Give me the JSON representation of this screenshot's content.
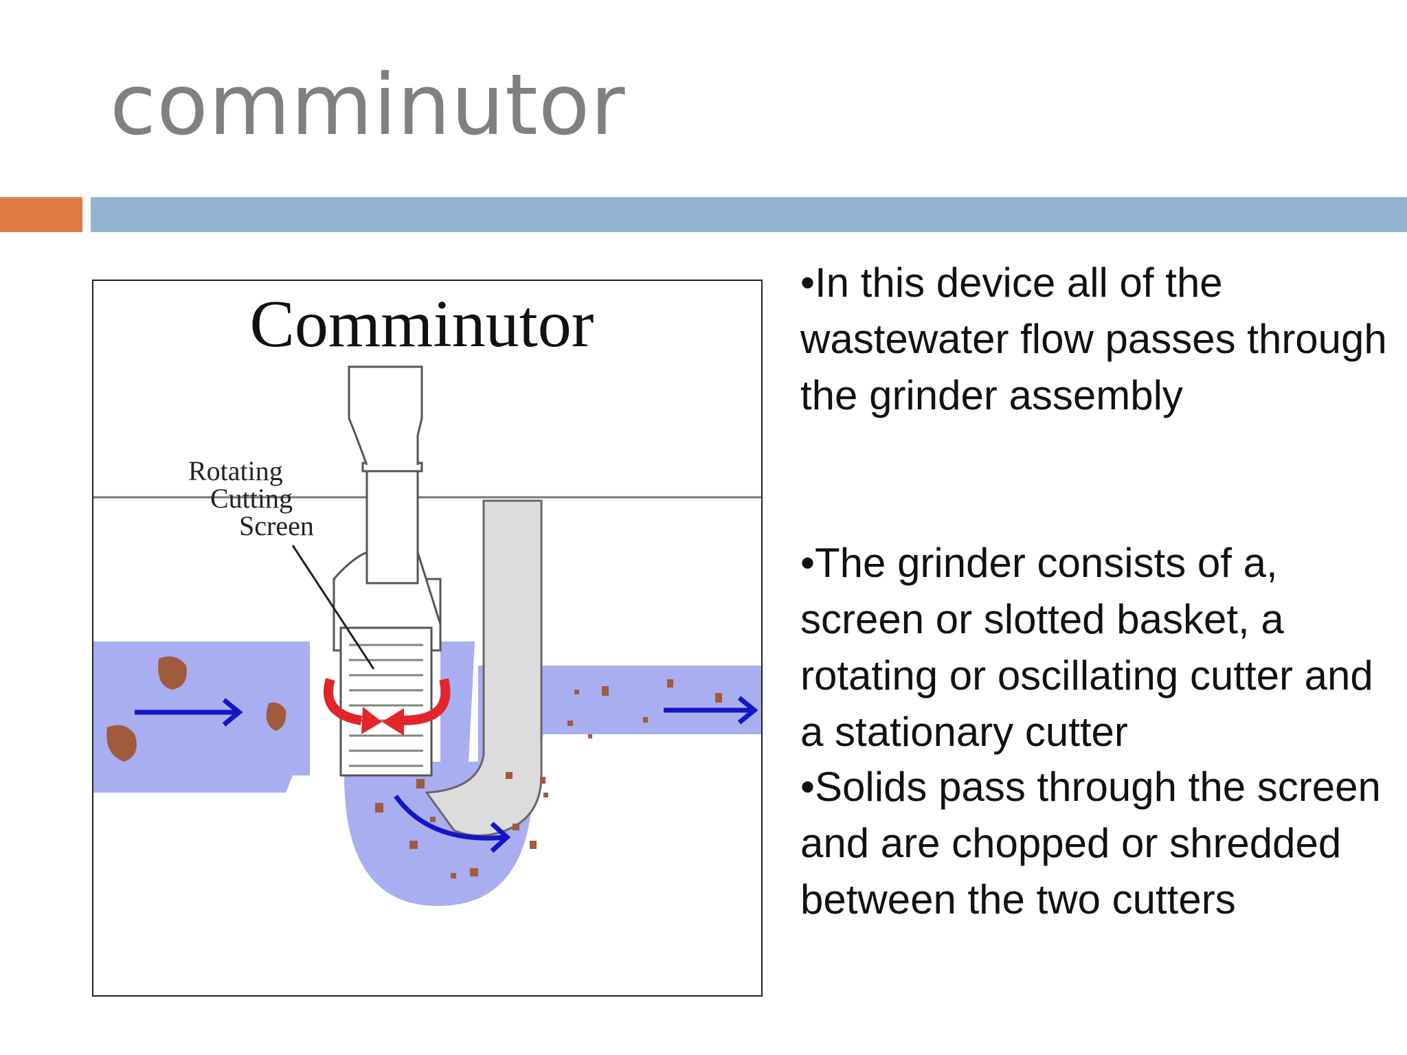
{
  "slide": {
    "title": "comminutor"
  },
  "colors": {
    "title": "#808080",
    "accent_orange": "#E07B45",
    "accent_blue": "#94B3D1",
    "water": "#A9AEF0",
    "solids": "#A05A3C",
    "arrow_blue": "#1515C8",
    "arrow_red": "#E3242B"
  },
  "figure": {
    "heading": "Comminutor",
    "label_line1": "Rotating",
    "label_line2": "Cutting",
    "label_line3": "Screen"
  },
  "bullets": [
    "•In this device all of the wastewater flow passes through the grinder assembly",
    "•The grinder consists of a, screen or slotted basket, a rotating or oscillating cutter and a stationary cutter",
    "•Solids pass through the screen and are chopped or shredded between the two cutters"
  ]
}
